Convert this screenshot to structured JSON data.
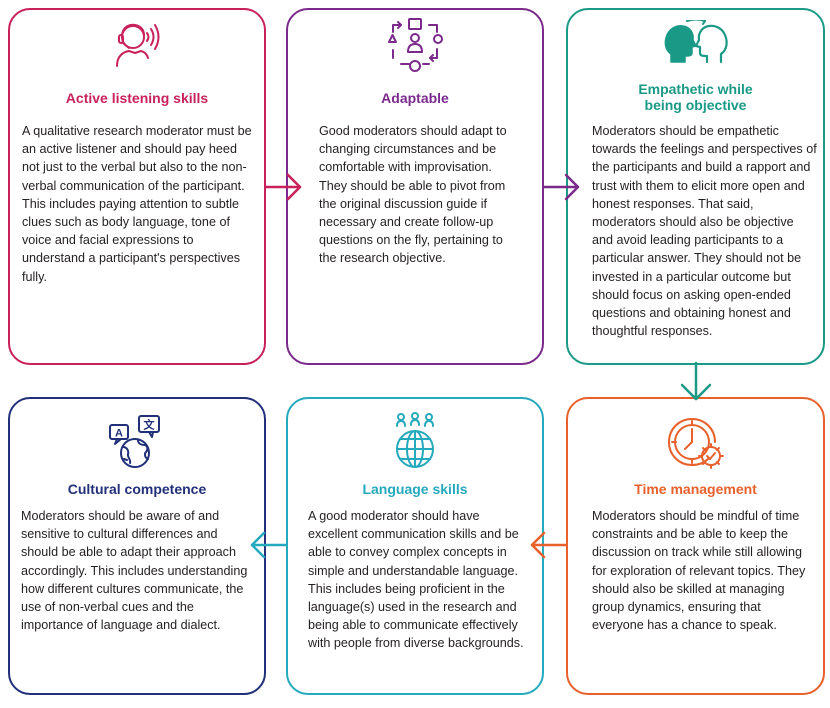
{
  "colors": {
    "active_listening": "#c8215b",
    "adaptable": "#7b2a8c",
    "empathetic": "#1a9a86",
    "time_management": "#e8612c",
    "language_skills": "#25a9bd",
    "cultural_competence": "#22307a"
  },
  "cards": {
    "active_listening": {
      "icon": "person-speaking-icon",
      "title": "Active listening skills",
      "body": "A qualitative research moderator must be an active listener and should pay heed not just to the verbal but also to the non-verbal communication of the participant. This includes paying attention to subtle clues such as body language, tone of voice and facial expressions to understand a participant's perspectives fully."
    },
    "adaptable": {
      "icon": "adapt-cycle-icon",
      "title": "Adaptable",
      "body": "Good moderators should adapt to changing circumstances and be comfortable with improvisation. They should be able to pivot from the original discussion guide if necessary and create follow-up questions on the fly, pertaining to the research objective."
    },
    "empathetic": {
      "icon": "two-heads-icon",
      "title_line1": "Empathetic while",
      "title_line2": "being objective",
      "body": "Moderators should be empathetic towards the feelings and perspectives of the participants and build a rapport and trust with them to elicit more open and honest responses. That said, moderators should also be objective and avoid leading participants to a particular answer. They should not be invested in a particular outcome but should focus on asking open-ended questions and obtaining honest and thoughtful responses."
    },
    "time_management": {
      "icon": "clock-gear-icon",
      "title": "Time management",
      "body": "Moderators should be mindful of time constraints and be able to keep the discussion on track while still allowing for exploration of relevant topics. They should also be skilled at managing group dynamics, ensuring that everyone has a chance to speak."
    },
    "language_skills": {
      "icon": "globe-people-icon",
      "title": "Language skills",
      "body": "A good moderator should have excellent communication skills and be able to convey complex concepts in simple and understandable language. This includes being proficient in the language(s) used in the research and being able to communicate effectively with people from diverse backgrounds."
    },
    "cultural_competence": {
      "icon": "globe-translate-icon",
      "title": "Cultural competence",
      "body": "Moderators should be aware of and sensitive to cultural differences and should be able to adapt their approach accordingly. This includes understanding how different cultures communicate, the use of non-verbal cues and the importance of language and dialect."
    },
    "translate_bubble_a": "A",
    "translate_bubble_b": "文"
  }
}
